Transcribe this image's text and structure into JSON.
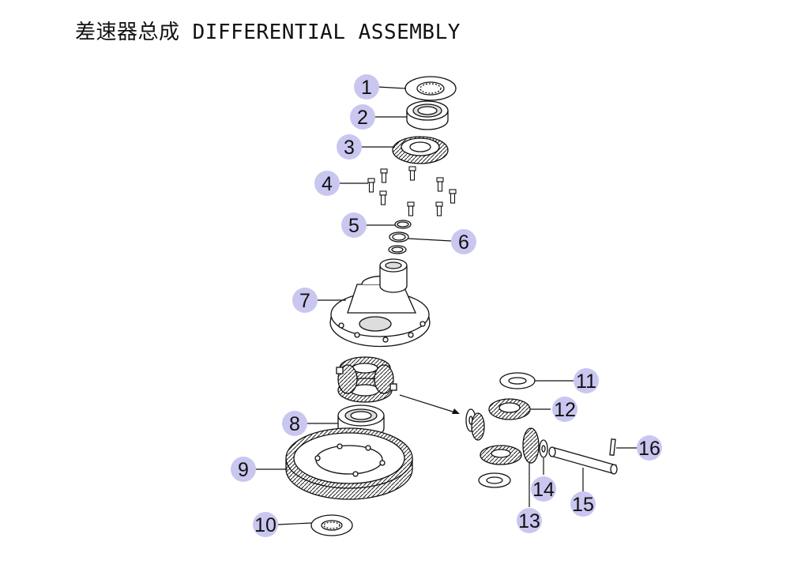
{
  "title": "差速器总成 DIFFERENTIAL ASSEMBLY",
  "colors": {
    "badge": "#c9c7f0",
    "line": "#111111",
    "part_fill": "#ffffff",
    "shade": "#b8b8b8"
  },
  "callouts": [
    {
      "label": "1"
    },
    {
      "label": "2"
    },
    {
      "label": "3"
    },
    {
      "label": "4"
    },
    {
      "label": "5"
    },
    {
      "label": "6"
    },
    {
      "label": "7"
    },
    {
      "label": "8"
    },
    {
      "label": "9"
    },
    {
      "label": "10"
    },
    {
      "label": "11"
    },
    {
      "label": "12"
    },
    {
      "label": "13"
    },
    {
      "label": "14"
    },
    {
      "label": "15"
    },
    {
      "label": "16"
    }
  ]
}
